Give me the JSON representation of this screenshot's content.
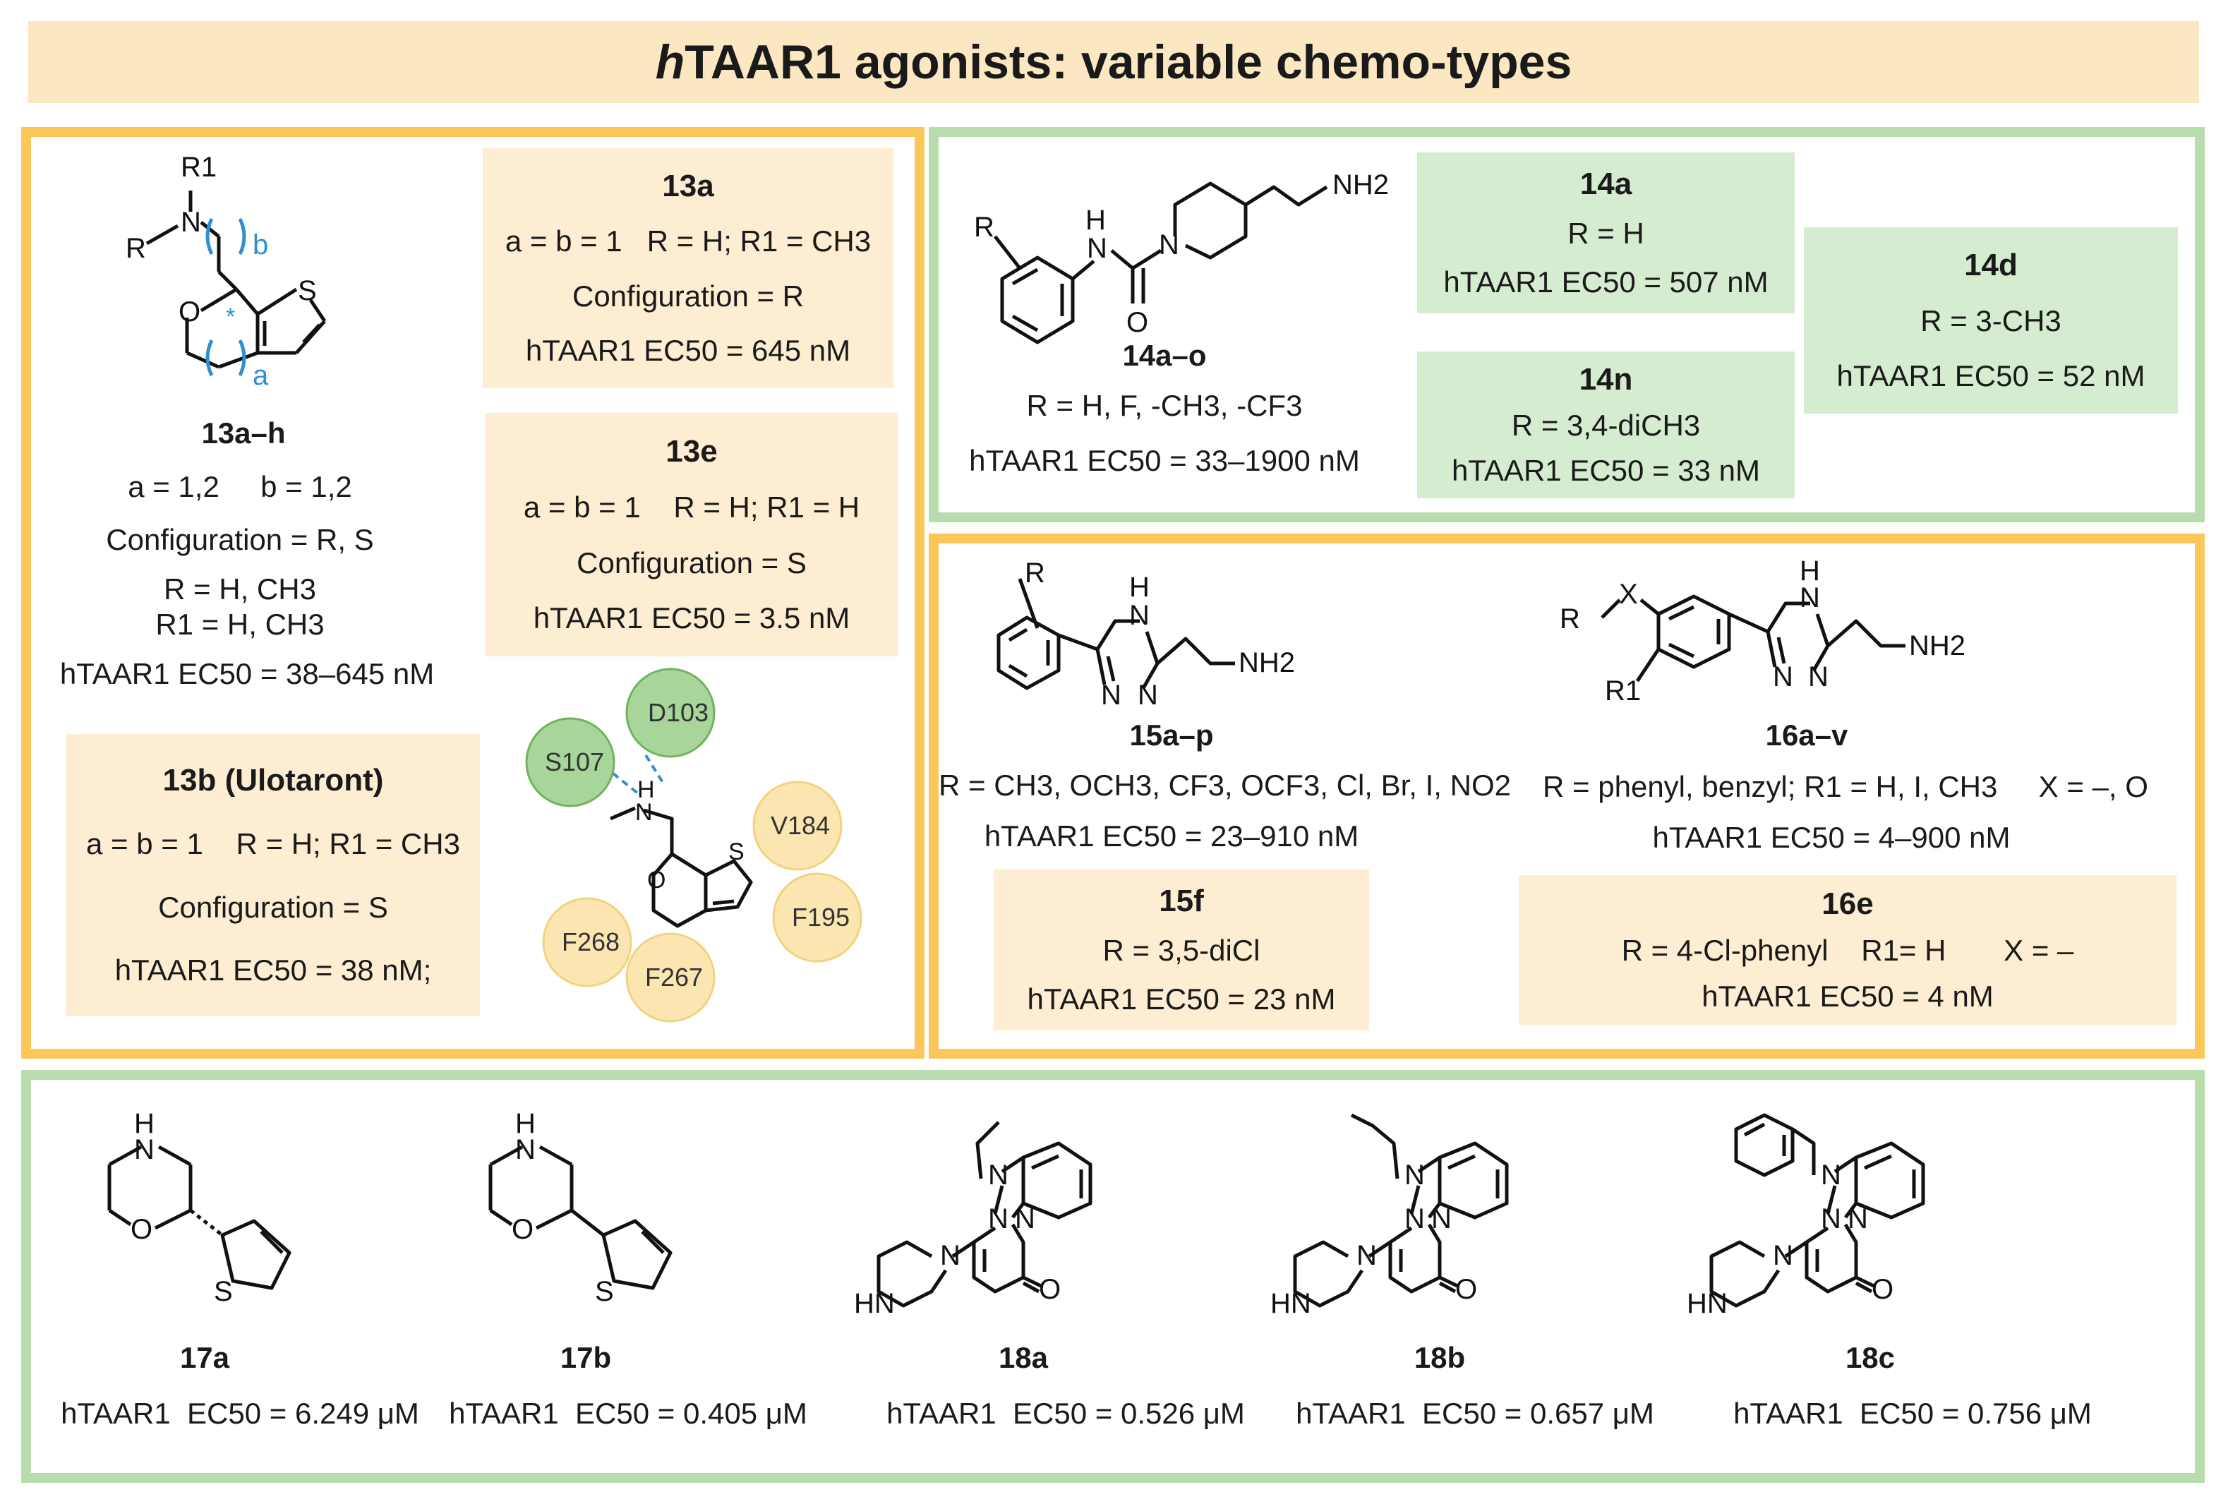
{
  "title": {
    "italic": "h",
    "rest": "TAAR1 agonists: variable chemo-types"
  },
  "p1": {
    "scaffold": {
      "label": "13a–h",
      "line1": "a = 1,2     b = 1,2",
      "line2": "Configuration = R, S",
      "line3": "R = H, CH3",
      "line4": "R1 = H, CH3",
      "line5": "hTAAR1  EC50 = 38–645 nM"
    },
    "atoms": {
      "r1": "R1",
      "r": "R",
      "n": "N",
      "o": "O",
      "s": "S",
      "a": "a",
      "b": "b",
      "star": "*"
    },
    "b13a": {
      "name": "13a",
      "l1": "a = b = 1   R = H; R1 = CH3",
      "l2": "Configuration = R",
      "l3": "hTAAR1 EC50 = 645 nM"
    },
    "b13e": {
      "name": "13e",
      "l1": "a = b = 1    R = H; R1 = H",
      "l2": "Configuration = S",
      "l3": "hTAAR1 EC50 = 3.5 nM"
    },
    "b13b": {
      "name": "13b (Ulotaront)",
      "l1": "a = b = 1    R = H; R1 = CH3",
      "l2": "Configuration = S",
      "l3": "hTAAR1  EC50 = 38 nM;"
    },
    "residues": [
      "D103",
      "S107",
      "V184",
      "F195",
      "F268",
      "F267"
    ]
  },
  "p2": {
    "scaffold": {
      "label": "14a–o",
      "line1": "R = H, F, -CH3, -CF3",
      "line2": "hTAAR1  EC50 = 33–1900 nM"
    },
    "atoms": {
      "r": "R",
      "nh": "H",
      "n": "N",
      "n2": "N",
      "o": "O",
      "nh2": "NH2"
    },
    "b14a": {
      "name": "14a",
      "l1": "R = H",
      "l2": "hTAAR1 EC50 = 507 nM"
    },
    "b14n": {
      "name": "14n",
      "l1": "R = 3,4-diCH3",
      "l2": "hTAAR1 EC50 = 33 nM"
    },
    "b14d": {
      "name": "14d",
      "l1": "R = 3-CH3",
      "l2": "hTAAR1 EC50 = 52 nM"
    }
  },
  "p3": {
    "s15": {
      "label": "15a–p",
      "line1": "R = CH3, OCH3, CF3, OCF3, Cl, Br, I, NO2",
      "line2": "hTAAR1  EC50 = 23–910 nM"
    },
    "s16": {
      "label": "16a–v",
      "line1": "R = phenyl, benzyl; R1 = H, I, CH3     X = –, O",
      "line2": "hTAAR1  EC50 = 4–900 nM"
    },
    "b15f": {
      "name": "15f",
      "l1": "R = 3,5-diCl",
      "l2": "hTAAR1 EC50 = 23 nM"
    },
    "b16e": {
      "name": "16e",
      "l1": "R = 4-Cl-phenyl    R1= H       X = –",
      "l2": "hTAAR1 EC50 = 4 nM"
    },
    "atoms": {
      "r": "R",
      "h": "H",
      "n": "N",
      "nh2": "NH2",
      "x": "X",
      "r1": "R1"
    }
  },
  "p4": {
    "compounds": [
      {
        "name": "17a",
        "ec": "hTAAR1  EC50 = 6.249 μM"
      },
      {
        "name": "17b",
        "ec": "hTAAR1  EC50 = 0.405 μM"
      },
      {
        "name": "18a",
        "ec": "hTAAR1  EC50 = 0.526 μM"
      },
      {
        "name": "18b",
        "ec": "hTAAR1  EC50 = 0.657 μM"
      },
      {
        "name": "18c",
        "ec": "hTAAR1  EC50 = 0.756 μM"
      }
    ],
    "atoms": {
      "h": "H",
      "n": "N",
      "o": "O",
      "s": "S",
      "hn": "HN"
    }
  },
  "colors": {
    "orange_border": "#fbc75a",
    "orange_fill": "#fdedd2",
    "green_border": "#b8dcae",
    "green_fill": "#d6ecd0",
    "blue_annot": "#2f8fd0"
  }
}
